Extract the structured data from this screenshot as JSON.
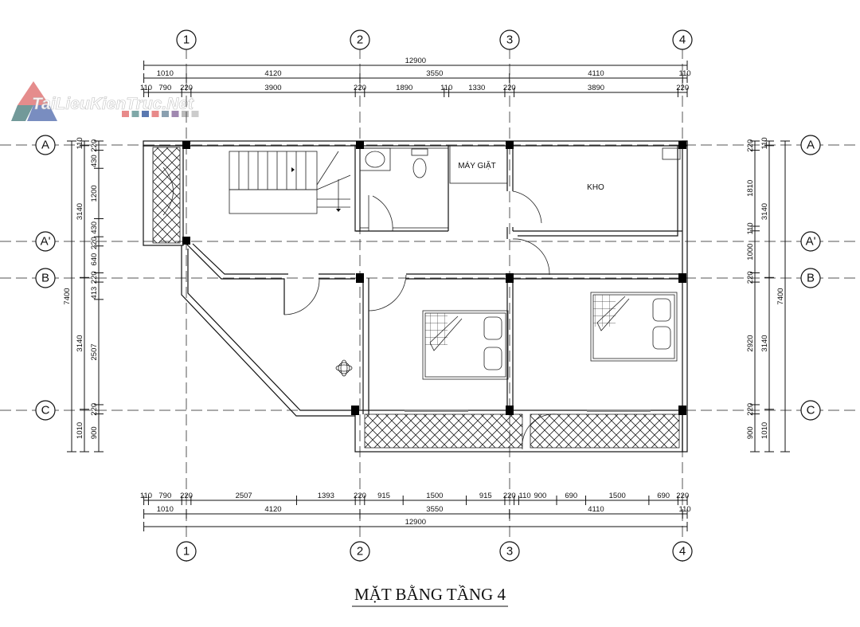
{
  "title": "MẶT BẰNG TẦNG 4",
  "watermark": {
    "text": "TaiLieuKienTruc.Net",
    "colors": [
      "#e88a8a",
      "#7fa8a8",
      "#5a78b0",
      "#e88a8a",
      "#8aa0b0",
      "#a088b0",
      "#bbbbbb",
      "#cccccc"
    ]
  },
  "grid_axes": {
    "vertical": [
      "1",
      "2",
      "3",
      "4"
    ],
    "horizontal": [
      "A",
      "A'",
      "B",
      "C"
    ]
  },
  "rooms": {
    "washing": "MÁY GIẶT",
    "storage": "KHO"
  },
  "dimensions": {
    "top_total": [
      "12900"
    ],
    "top_axes": [
      "1010",
      "4120",
      "3550",
      "4110",
      "110"
    ],
    "top_detail": [
      "110",
      "790",
      "220",
      "3900",
      "220",
      "1890",
      "110",
      "1330",
      "220",
      "3890",
      "220"
    ],
    "bottom_detail": [
      "110",
      "790",
      "220",
      "2507",
      "1393",
      "220",
      "915",
      "1500",
      "915",
      "220",
      "110",
      "900",
      "690",
      "1500",
      "690",
      "220"
    ],
    "bottom_axes": [
      "1010",
      "4120",
      "3550",
      "4110",
      "110"
    ],
    "bottom_total": [
      "12900"
    ],
    "left_total": [
      "7400"
    ],
    "left_axes": [
      "110",
      "3140",
      "3140",
      "1010"
    ],
    "left_detail": [
      "220",
      "430",
      "1200",
      "430",
      "220",
      "640",
      "220",
      "413",
      "2507",
      "220",
      "900"
    ],
    "right_detail": [
      "220",
      "1810",
      "110",
      "1000",
      "220",
      "2920",
      "220",
      "900"
    ],
    "right_axes": [
      "110",
      "3140",
      "3140",
      "1010"
    ],
    "right_total": [
      "7400"
    ]
  }
}
